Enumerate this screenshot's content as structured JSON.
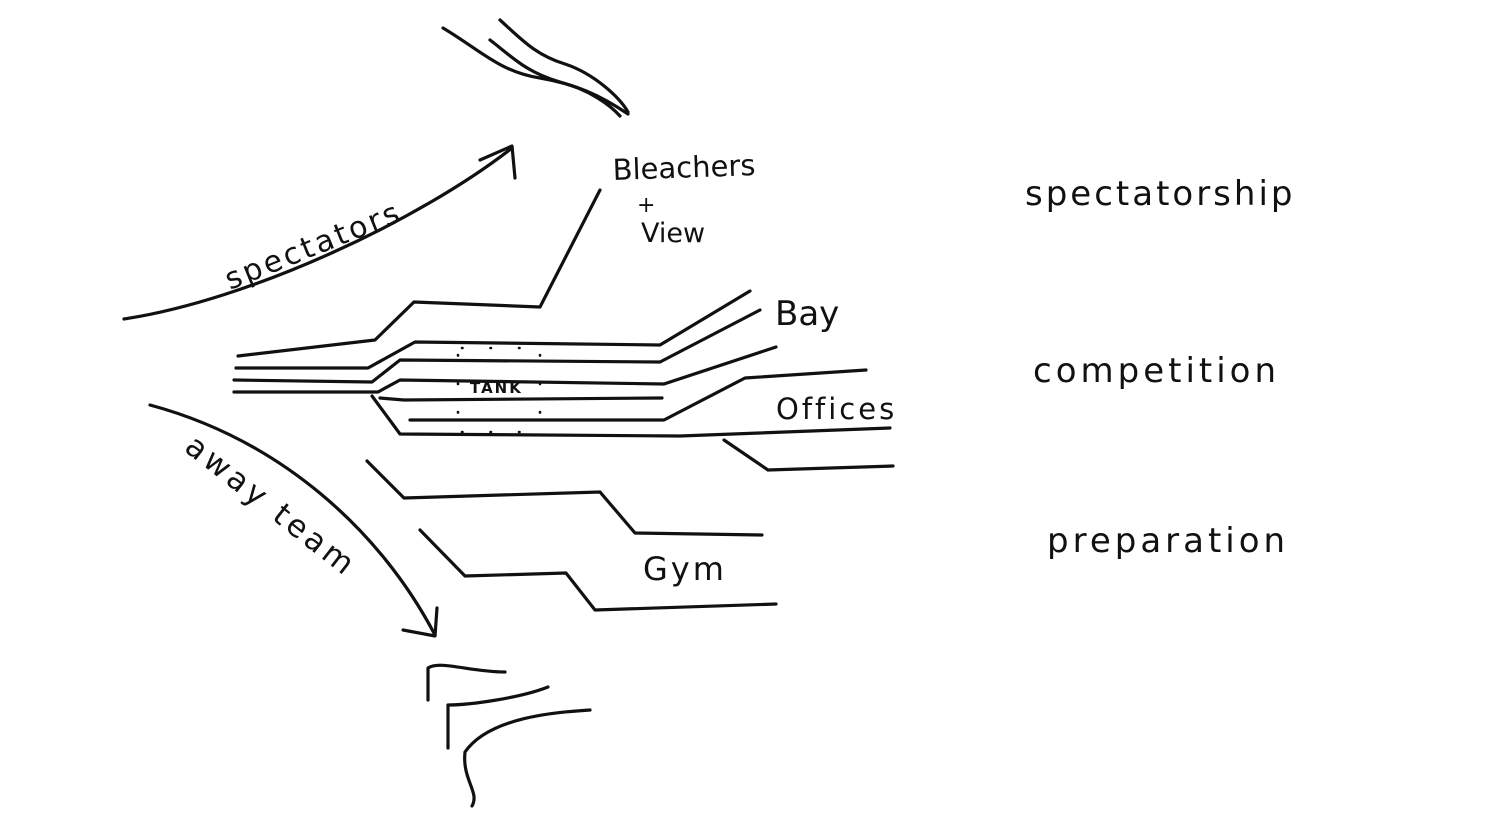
{
  "sketch": {
    "labels": {
      "bleachers_line1": "Bleachers",
      "bleachers_plus": "+",
      "bleachers_line2": "View",
      "bay": "Bay",
      "offices": "Offices",
      "tank": "TANK",
      "gym": "Gym"
    },
    "flows": {
      "spectators": "spectators",
      "away_team": "away team"
    },
    "zones": {
      "spectatorship": "spectatorship",
      "competition": "competition",
      "preparation": "preparation"
    },
    "colors": {
      "ink": "#111111",
      "paper": "#ffffff"
    }
  }
}
